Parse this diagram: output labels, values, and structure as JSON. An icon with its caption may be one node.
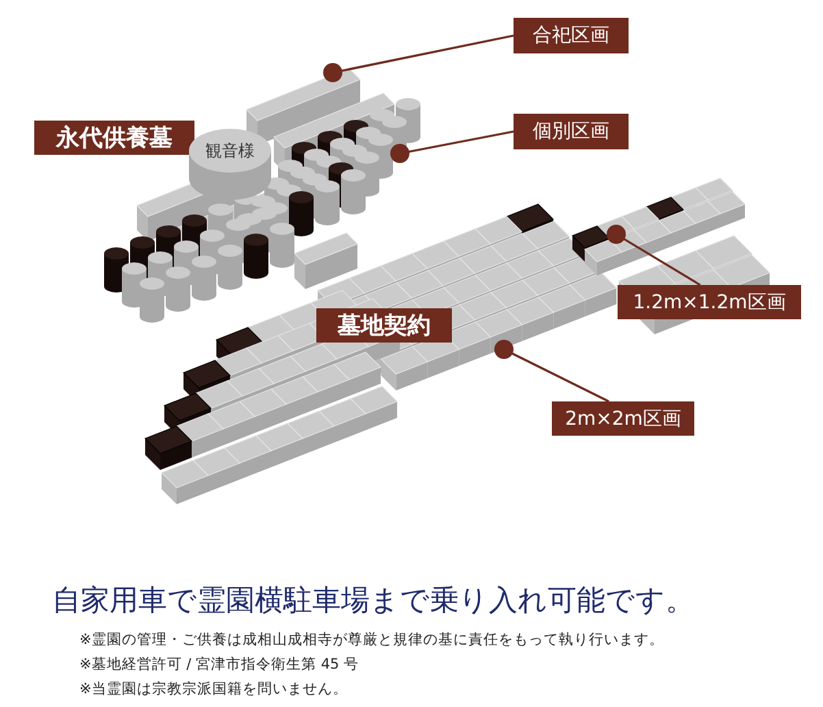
{
  "diagram": {
    "nodes": [
      {
        "text": [
          "合祀区画"
        ]
      },
      {
        "text": [
          "永代供養墓"
        ]
      },
      {
        "text": [
          "観音様"
        ]
      },
      {
        "text": [
          "個別区画"
        ]
      },
      {
        "text": [
          "1.2m×1.2m区画"
        ]
      },
      {
        "text": [
          "墓地契約"
        ]
      },
      {
        "text": [
          "2m×2m区画"
        ]
      }
    ],
    "edges": [
      {
        "from": 0,
        "to": null,
        "arrow": "other"
      },
      {
        "from": 3,
        "to": null,
        "arrow": "other"
      },
      {
        "from": 4,
        "to": null,
        "arrow": "other"
      },
      {
        "from": 6,
        "to": null,
        "arrow": "other"
      }
    ],
    "labels": [
      "自家用車で霊園横駐車場まで乗り入れ可能です。",
      "※霊園の管理・ご供養は成相山成相寺が尊厳と規律の基に責任をもって執り行います。",
      "※墓地経営許可 / 宮津市指令衛生第 45 号",
      "※当霊園は宗教宗派国籍を問いません。"
    ]
  }
}
